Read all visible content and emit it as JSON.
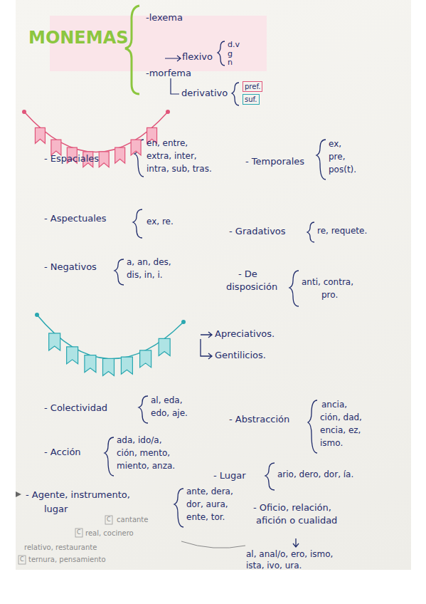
{
  "diagram": {
    "title": "MONEMAS",
    "nodes": [
      {
        "text": [
          "pref."
        ]
      },
      {
        "text": [
          "suf."
        ]
      }
    ],
    "labels": [
      "-lexema",
      "flexivo",
      "d.v",
      "g",
      "n",
      "-morfema",
      "derivativo",
      "- Espaciales",
      "en, entre,",
      "extra, inter,",
      "intra, sub, tras.",
      "- Temporales",
      "ex,",
      "pre,",
      "pos(t).",
      "- Aspectuales",
      "ex, re.",
      "- Gradativos",
      "re, requete.",
      "- Negativos",
      "a, an, des,",
      "dis, in, i.",
      "- De",
      "disposición",
      "anti, contra,",
      "pro.",
      "Apreciativos.",
      "Gentilicios.",
      "- Colectividad",
      "al, eda,",
      "edo, aje.",
      "- Abstracción",
      "ancia,",
      "ción, dad,",
      "encia, ez,",
      "ismo.",
      "- Acción",
      "ada, ido/a,",
      "ción, mento,",
      "miento, anza.",
      "- Lugar",
      "ario, dero, dor, ía.",
      "- Agente, instrumento,",
      "lugar",
      "ante, dera,",
      "dor, aura,",
      "ente, tor.",
      "- Oficio, relación,",
      "afición o cualidad",
      "al, anal/o, ero, ismo,",
      "ista, ivo, ura.",
      "C",
      "cantante",
      "C",
      "real, cocinero",
      "relativo, restaurante",
      "C",
      "ternura, pensamiento"
    ]
  }
}
